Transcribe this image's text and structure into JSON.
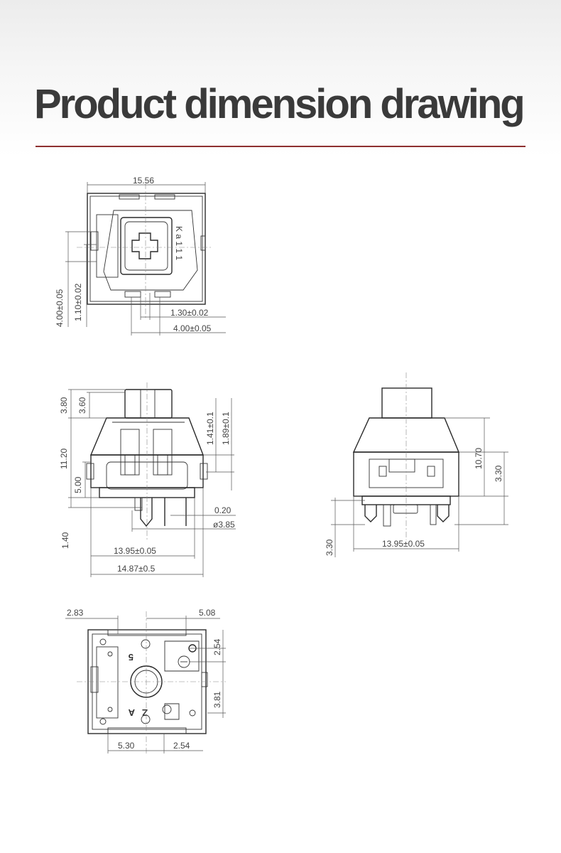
{
  "header": {
    "title": "Product dimension drawing",
    "accent_color": "#8e3030"
  },
  "top_view": {
    "width": "15.56",
    "dim_a": "4.00±0.05",
    "dim_b": "1.10±0.02",
    "dim_c": "1.30±0.02",
    "dim_d": "4.00±0.05",
    "mark_text": "K a 1 1 1"
  },
  "front_view": {
    "dim_380": "3.80",
    "dim_360": "3.60",
    "dim_1120": "11.20",
    "dim_500": "5.00",
    "dim_140": "1.40",
    "dim_141": "1.41±0.1",
    "dim_189": "1.89±0.1",
    "dim_020": "0.20",
    "dim_diam": "ø3.85",
    "dim_1395": "13.95±0.05",
    "dim_1487": "14.87±0.5"
  },
  "side_view": {
    "dim_1070": "10.70",
    "dim_330a": "3.30",
    "dim_330b": "3.30",
    "dim_1395": "13.95±0.05"
  },
  "bottom_view": {
    "dim_283": "2.83",
    "dim_508": "5.08",
    "dim_254a": "2.54",
    "dim_381": "3.81",
    "dim_530": "5.30",
    "dim_254b": "2.54",
    "pin_label_1": "5",
    "pin_label_2": "Z",
    "pin_label_3": "A"
  }
}
